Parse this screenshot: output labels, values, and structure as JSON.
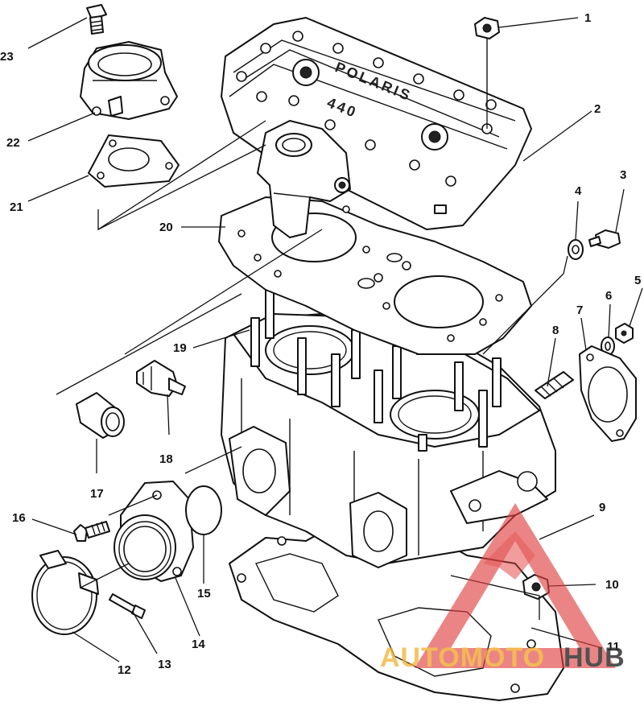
{
  "diagram": {
    "cover_brand_text": "POLARIS",
    "cover_model_text": "440",
    "callouts": [
      "1",
      "2",
      "3",
      "4",
      "5",
      "6",
      "7",
      "8",
      "9",
      "10",
      "11",
      "12",
      "13",
      "14",
      "15",
      "16",
      "17",
      "18",
      "19",
      "20",
      "21",
      "22",
      "23"
    ]
  },
  "watermark": {
    "part1": "AUTOMOTO",
    "part2": "HUB",
    "color_primary": "#e04040",
    "color_secondary": "#f2b233",
    "color_dark": "#333333"
  }
}
